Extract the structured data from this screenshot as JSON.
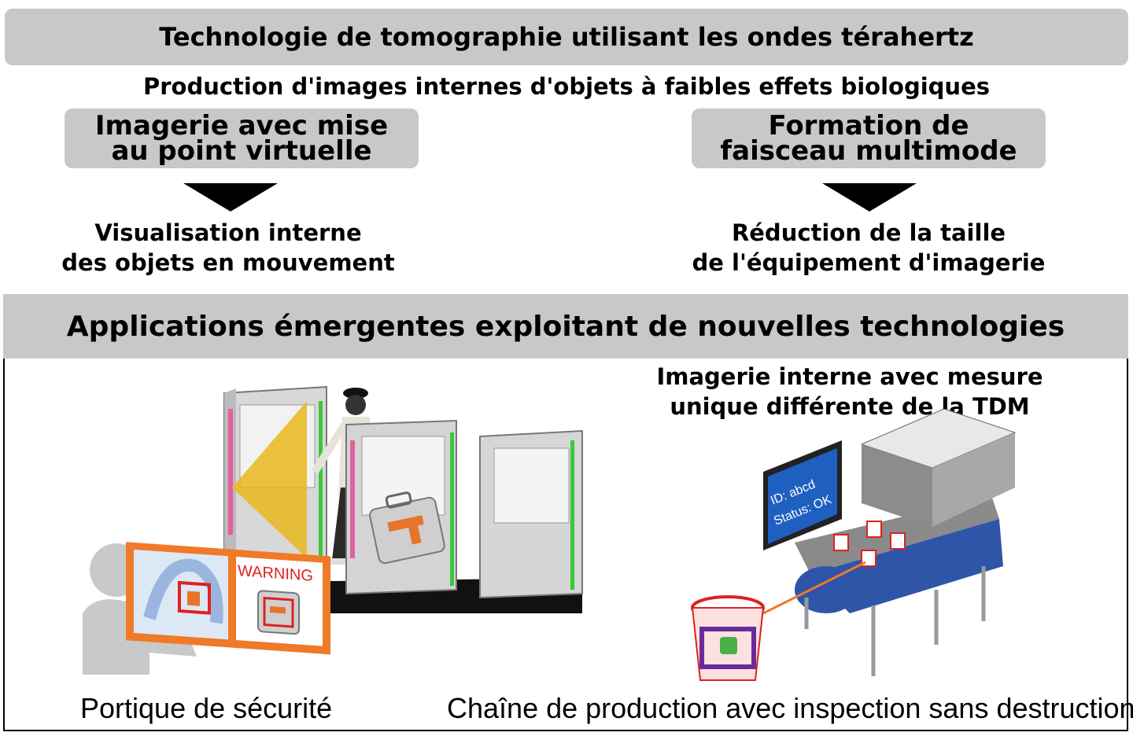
{
  "header": {
    "title": "Technologie de tomographie utilisant les ondes térahertz",
    "subtitle": "Production d'images internes d'objets à faibles effets biologiques"
  },
  "left_branch": {
    "box_line1": "Imagerie avec mise",
    "box_line2": "au point virtuelle",
    "result_line1": "Visualisation interne",
    "result_line2": "des objets en mouvement"
  },
  "right_branch": {
    "box_line1": "Formation de",
    "box_line2": "faisceau multimode",
    "result_line1": "Réduction de la taille",
    "result_line2": "de l'équipement d'imagerie"
  },
  "applications": {
    "title": "Applications émergentes exploitant de nouvelles technologies",
    "right_heading_line1": "Imagerie interne avec mesure",
    "right_heading_line2": "unique différente de la TDM",
    "warning_label": "WARNING",
    "monitor_line1": "ID: abcd",
    "monitor_line2": "Status: OK",
    "caption_left": "Portique de sécurité",
    "caption_right": "Chaîne de production avec inspection sans destruction"
  },
  "colors": {
    "banner_gray": "#c8c8c8",
    "frame_orange": "#f07a28",
    "warning_red": "#e02020",
    "monitor_blue": "#1f5fbf",
    "conveyor_blue": "#2f55a8",
    "beam_yellow": "#e8b81c",
    "pistol_orange": "#e8742a",
    "sensor_green": "#3cc83c",
    "sensor_pink": "#e060a0"
  }
}
